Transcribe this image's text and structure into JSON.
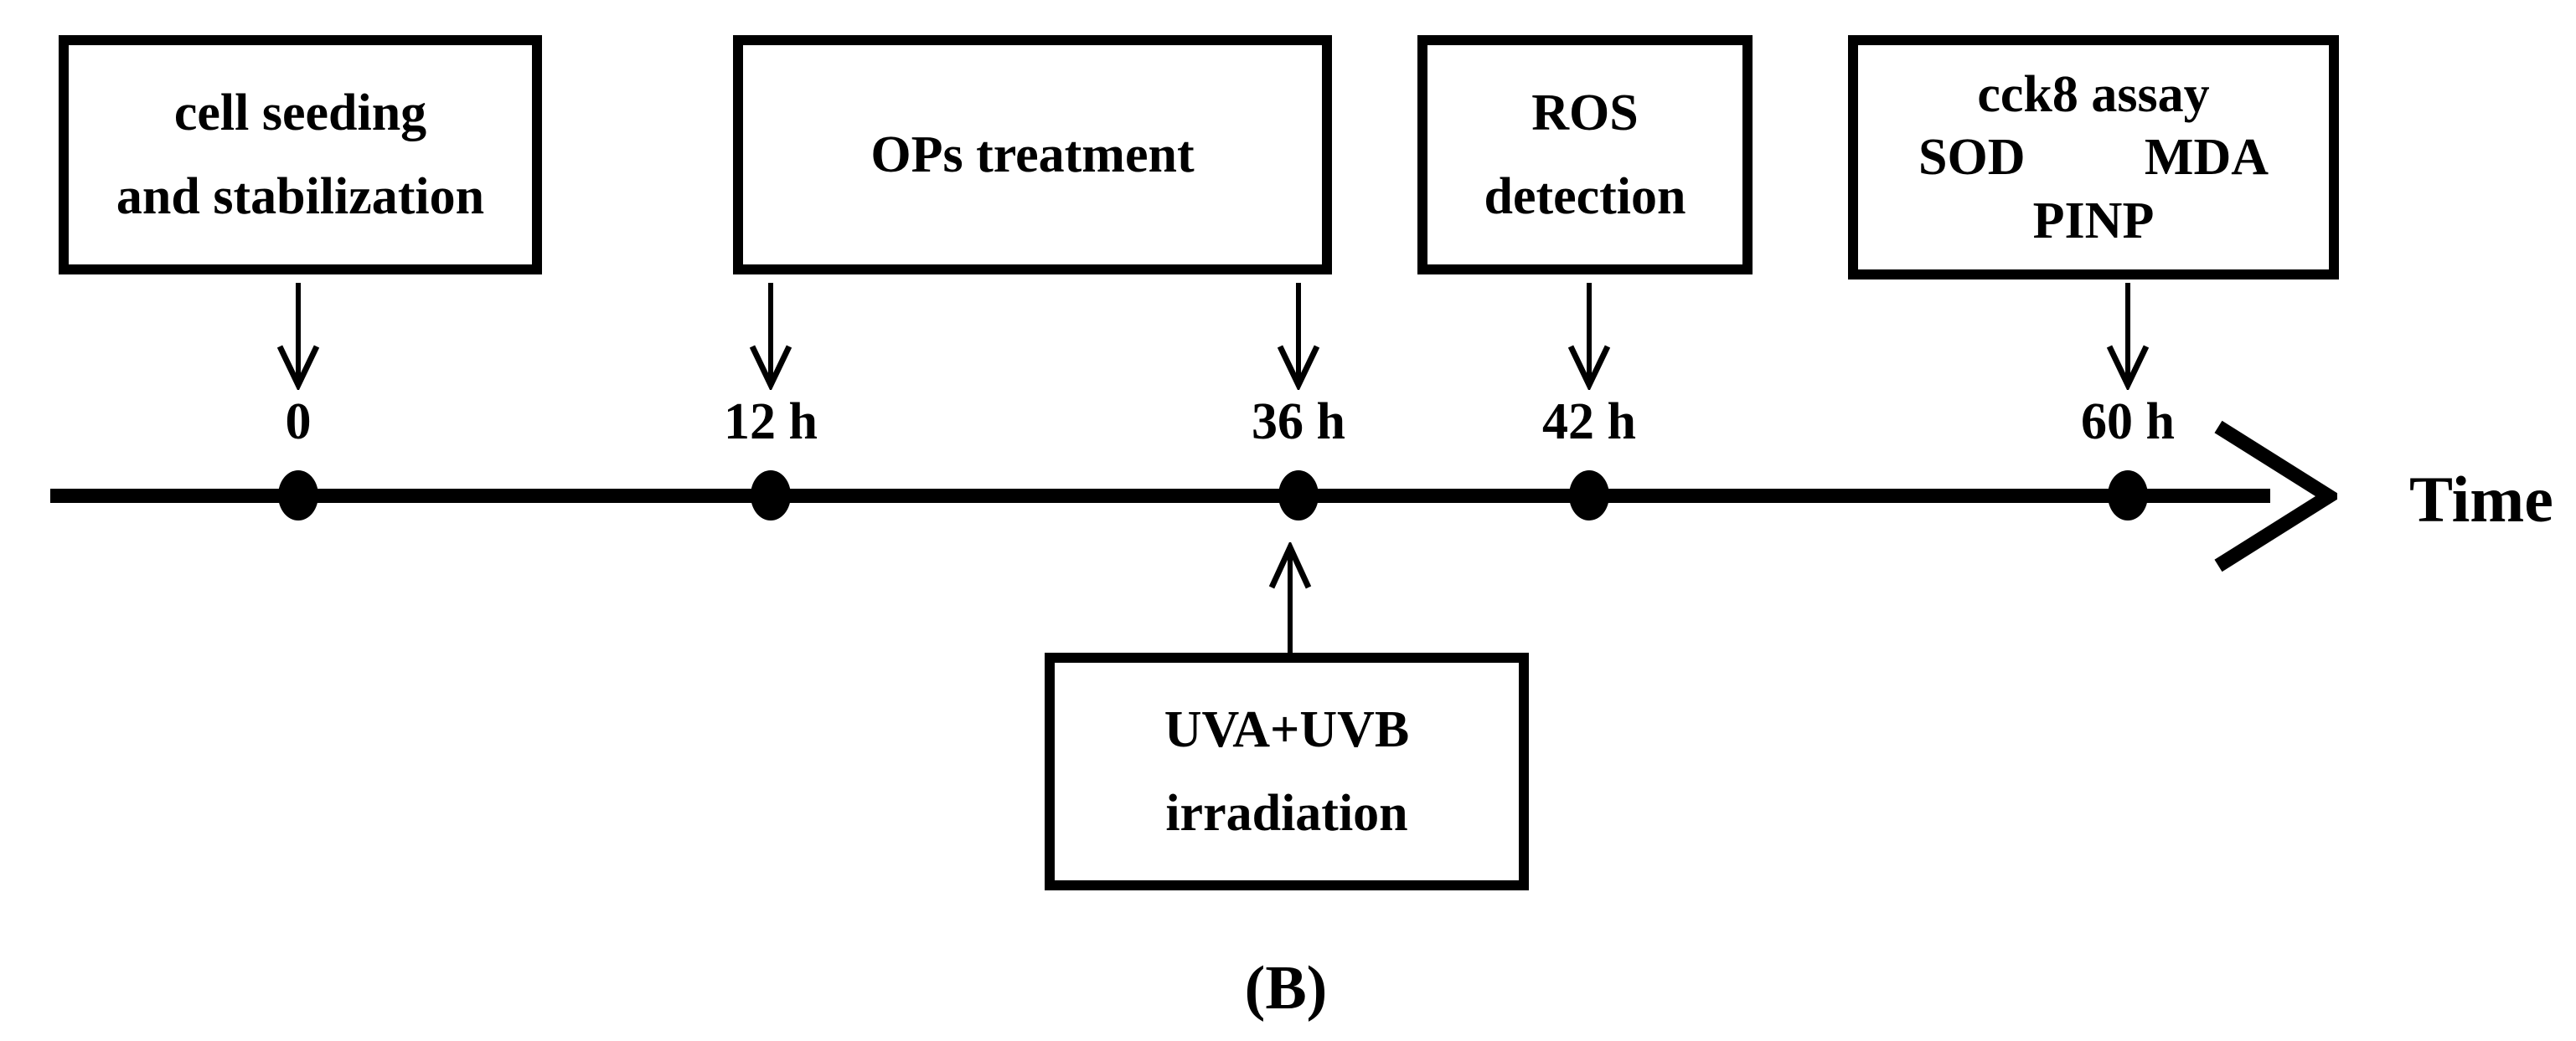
{
  "figure": {
    "boxes": {
      "cell_seeding": {
        "line1": "cell seeding",
        "line2": "and stabilization"
      },
      "ops_treatment": {
        "line1": "OPs treatment"
      },
      "ros_detection": {
        "line1": "ROS",
        "line2": "detection"
      },
      "assays": {
        "line1": "cck8 assay",
        "line2_left": "SOD",
        "line2_right": "MDA",
        "line3": "PINP"
      },
      "uva": {
        "line1": "UVA+UVB",
        "line2": "irradiation"
      }
    },
    "timeline": {
      "ticks": [
        "0",
        "12 h",
        "36 h",
        "42 h",
        "60 h"
      ],
      "axis_label": "Time"
    },
    "caption": "(B)",
    "colors": {
      "ink": "#000000",
      "background": "#ffffff"
    }
  }
}
